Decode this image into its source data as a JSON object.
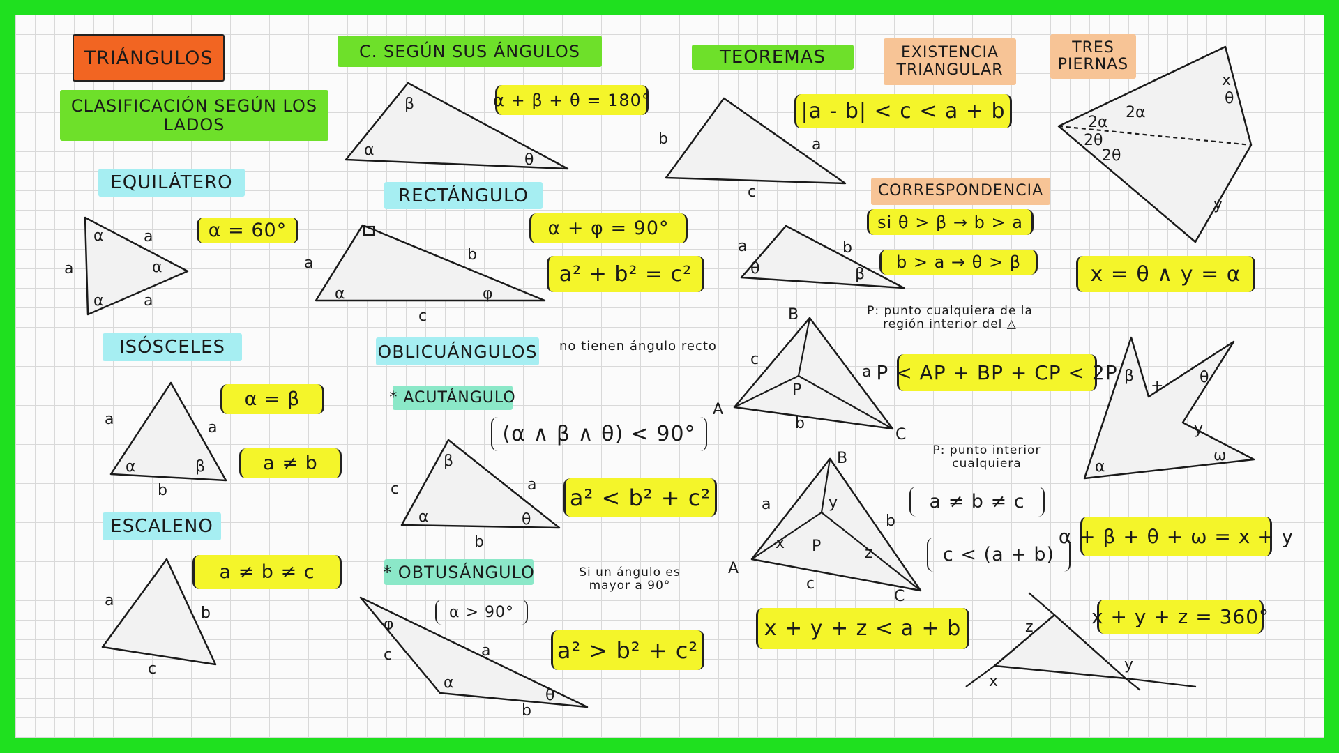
{
  "title": "TRIÁNGULOS",
  "sides": {
    "heading": "CLASIFICACIÓN SEGÚN LOS LADOS",
    "equilatero": {
      "label": "EQUILÁTERO",
      "formula": "α = 60°"
    },
    "isosceles": {
      "label": "ISÓSCELES",
      "formula1": "α = β",
      "formula2": "a ≠ b"
    },
    "escaleno": {
      "label": "ESCALENO",
      "formula": "a ≠ b ≠ c"
    }
  },
  "angles": {
    "heading": "C. SEGÚN SUS ÁNGULOS",
    "sum": "α + β + θ = 180°",
    "rectangulo": {
      "label": "RECTÁNGULO",
      "formula1": "α + φ = 90°",
      "formula2": "a² + b² = c²"
    },
    "oblicuangulos": {
      "label": "OBLICUÁNGULOS",
      "note": "no tienen ángulo recto"
    },
    "acutangulo": {
      "label": "* ACUTÁNGULO",
      "condition": "(α ∧ β ∧ θ) < 90°",
      "formula": "a² < b² + c²"
    },
    "obtusangulo": {
      "label": "* OBTUSÁNGULO",
      "note": "Si un ángulo es mayor a 90°",
      "condition": "α > 90°",
      "formula": "a² > b² + c²"
    }
  },
  "theorems": {
    "heading": "TEOREMAS",
    "existencia": {
      "label": "EXISTENCIA TRIANGULAR",
      "formula": "|a - b| < c < a + b"
    },
    "correspondencia": {
      "label": "CORRESPONDENCIA",
      "formula1": "si θ > β → b > a",
      "formula2": "b > a → θ > β"
    },
    "tres_piernas": {
      "label": "TRES PIERNAS",
      "formula": "x = θ ∧ y = α"
    },
    "interior1": {
      "note": "P: punto cualquiera de la región interior del △",
      "formula": "P < AP + BP + CP < 2P"
    },
    "interior2": {
      "note": "P: punto interior cualquiera",
      "formula1": "a ≠ b ≠ c",
      "formula2": "c < (a + b)",
      "formula3": "x + y + z < a + b"
    },
    "concavo": {
      "formula": "α + β + θ + ω = x + y"
    },
    "exterior": {
      "formula": "x + y + z = 360°"
    }
  },
  "colors": {
    "border": "#1fe01f",
    "title": "#f26522",
    "green": "#6ee02a",
    "cyan": "#a6eef2",
    "yellow": "#f4f52a",
    "peach": "#f7c496"
  }
}
